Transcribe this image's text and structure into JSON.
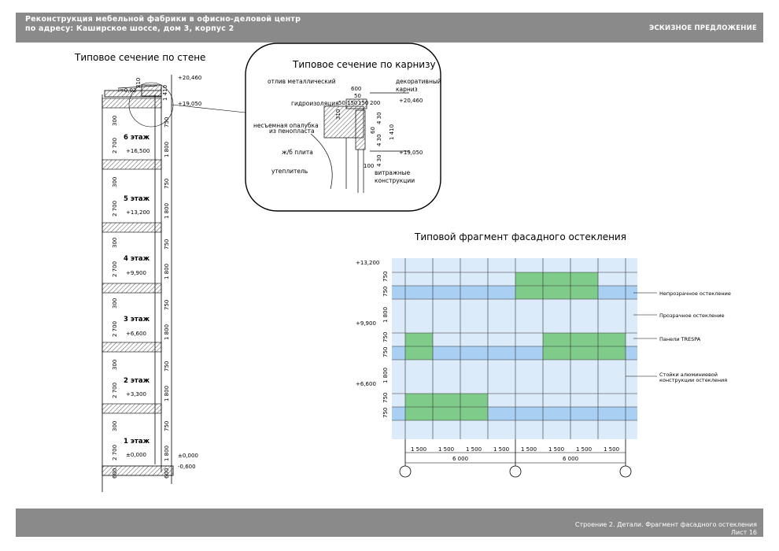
{
  "header": {
    "project_line1": "Реконструкция мебельной фабрики в офисно-деловой центр",
    "project_line2": "по адресу: Каширское шоссе, дом 3, корпус 2",
    "stage": "ЭСКИЗНОЕ ПРЕДЛОЖЕНИЕ"
  },
  "footer": {
    "sheet_title": "Строение 2. Детали. Фрагмент фасадного остекления",
    "sheet_number": "Лист 16"
  },
  "wall": {
    "title": "Типовое сечение по стене",
    "floors": [
      "6 этаж",
      "5 этаж",
      "4 этаж",
      "3 этаж",
      "2 этаж",
      "1 этаж"
    ],
    "levels": [
      "+16,500",
      "+13,200",
      "+9,900",
      "+6,600",
      "+3,300",
      "±0,000"
    ],
    "top_levels": [
      "+20,460",
      "+19,050"
    ],
    "base_levels": [
      "±0,000",
      "-0,600"
    ],
    "cornice_dims": [
      "310",
      "1 410"
    ],
    "left_dims": [
      "300",
      "2 700",
      "300"
    ],
    "right_dims": [
      "750",
      "1 800",
      "750"
    ],
    "base_dims": [
      "600",
      "600"
    ],
    "slope": "i=0,02"
  },
  "cornice": {
    "title": "Типовое сечение по карнизу",
    "labels": {
      "flashing": "отлив металлический",
      "waterproofing": "гидроизоляция",
      "bracket": "несъемная опалубка",
      "foam": "из пенопласта",
      "slab": "ж/б плита",
      "insulation": "утеплитель",
      "decor1": "декоративный",
      "decor2": "карниз",
      "glazing1": "витражные",
      "glazing2": "конструкции"
    },
    "dims": {
      "w600": "600",
      "w50": "50",
      "parts": [
        "50",
        "150",
        "150",
        "200"
      ],
      "h310": "310",
      "h430a": "4 30",
      "h430b": "4 30",
      "h430c": "4 30",
      "h60": "60",
      "h1410": "1 410",
      "w100": "100"
    },
    "levels": [
      "+20,460",
      "+19,050"
    ]
  },
  "facade": {
    "title": "Типовой фрагмент фасадного остекления",
    "levels": [
      "+13,200",
      "+9,900",
      "+6,600"
    ],
    "row_dims": [
      "750",
      "750",
      "1 800",
      "750",
      "750",
      "1 800",
      "750",
      "750"
    ],
    "col_dims": [
      "1 500",
      "1 500",
      "1 500",
      "1 500",
      "1 500",
      "1 500",
      "1 500",
      "1 500"
    ],
    "span_dims": [
      "6 000",
      "6 000"
    ],
    "legend": [
      "Непрозрачное остекление",
      "Прозрачное остекление",
      "Панели TRESPA",
      "Стойки алюминиевой",
      "конструкции остекления"
    ],
    "colors": {
      "transparent": "#dcebfa",
      "opaque": "#a9cff2",
      "trespa": "#7fcb8a",
      "grid": "#333333"
    }
  }
}
